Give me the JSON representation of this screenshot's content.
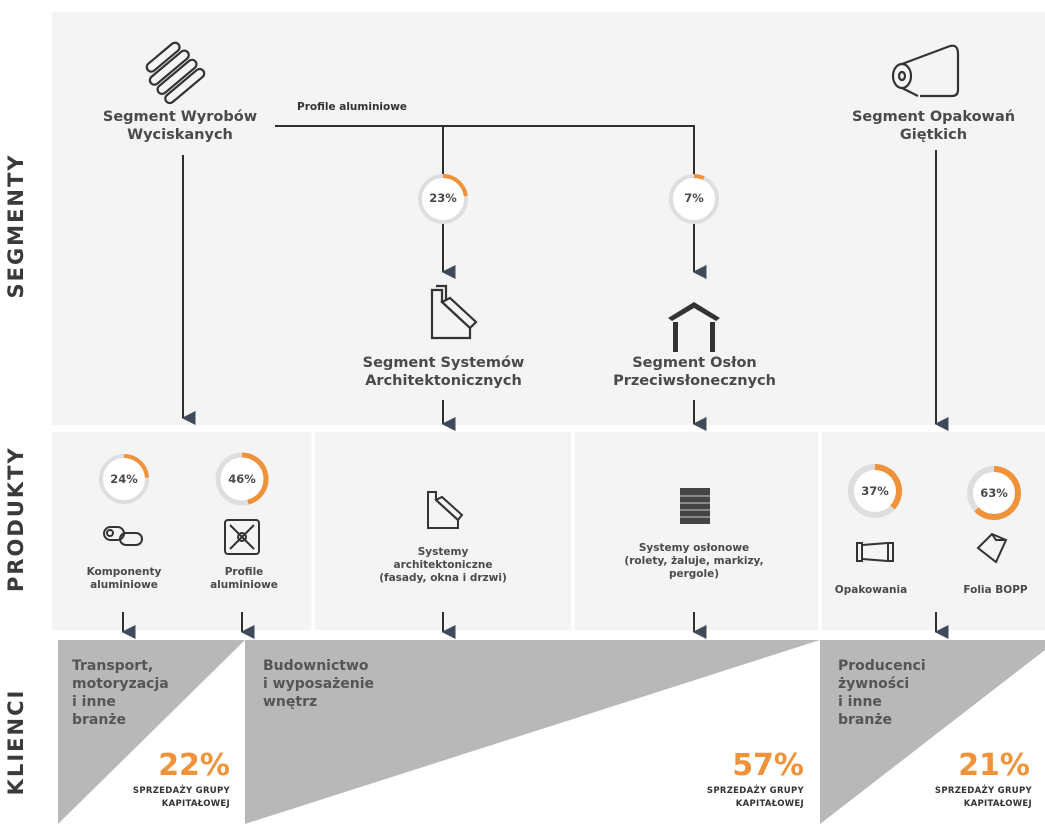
{
  "side_labels": {
    "segments": "SEGMENTY",
    "products": "PRODUKTY",
    "clients": "KLIENCI"
  },
  "segments": {
    "extruded": "Segment Wyrobów\nWyciskanych",
    "flexible": "Segment Opakowań\nGiętkich",
    "architectural": "Segment Systemów\nArchitektonicznych",
    "sunshade": "Segment Osłon\nPrzeciwsłonecznych",
    "branch_label": "Profile aluminiowe"
  },
  "segment_shares": {
    "architectural": {
      "label": "23%",
      "value": 23
    },
    "sunshade": {
      "label": "7%",
      "value": 7
    }
  },
  "products": {
    "components": {
      "label": "Komponenty\naluminiowe",
      "pct_label": "24%",
      "pct": 24
    },
    "profiles": {
      "label": "Profile\naluminiowe",
      "pct_label": "46%",
      "pct": 46
    },
    "arch_systems": {
      "label": "Systemy\narchitektoniczne\n(fasady, okna i drzwi)"
    },
    "shade_systems": {
      "label": "Systemy osłonowe\n(rolety, żaluje, markizy,\npergole)"
    },
    "packaging": {
      "label": "Opakowania",
      "pct_label": "37%",
      "pct": 37
    },
    "bopp": {
      "label": "Folia BOPP",
      "pct_label": "63%",
      "pct": 63
    }
  },
  "clients": {
    "transport": {
      "label": "Transport,\nmotoryzacja\ni inne\nbranże",
      "share_label": "22%",
      "share": 22,
      "note": "SPRZEDAŻY GRUPY\nKAPITAŁOWEJ"
    },
    "construction": {
      "label": "Budownictwo\ni wyposażenie\nwnętrz",
      "share_label": "57%",
      "share": 57,
      "note": "SPRZEDAŻY GRUPY\nKAPITAŁOWEJ"
    },
    "food": {
      "label": "Producenci\nżywności\ni inne\nbranże",
      "share_label": "21%",
      "share": 21,
      "note": "SPRZEDAŻY GRUPY\nKAPITAŁOWEJ"
    }
  },
  "colors": {
    "accent": "#f0923a",
    "arrow": "#3f4a5a",
    "grey": "#b8b8b8",
    "panel": "#f4f4f4",
    "line": "#2f2f2f"
  },
  "icons": [
    "aluminium-rods-icon",
    "film-roll-icon",
    "window-frame-icon",
    "pergola-icon",
    "components-icon",
    "profile-cross-icon",
    "roller-blind-icon",
    "package-icon",
    "foil-icon"
  ]
}
